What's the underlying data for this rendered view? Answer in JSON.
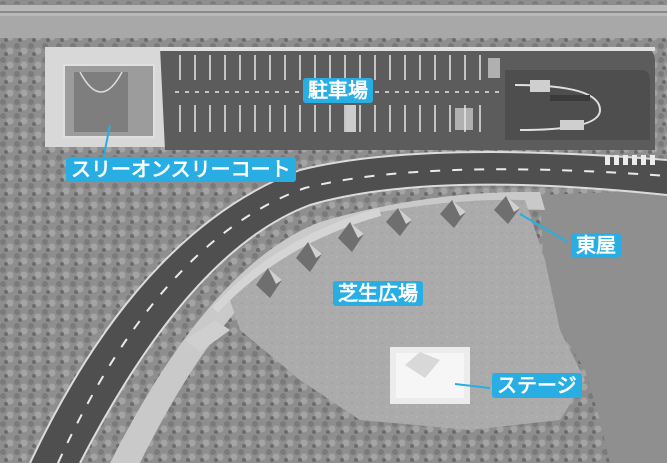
{
  "map": {
    "labels": {
      "parking": "駐車場",
      "court": "スリーオンスリーコート",
      "azumaya": "東屋",
      "lawn": "芝生広場",
      "stage": "ステージ"
    },
    "colors": {
      "label_background": "#29aee3",
      "label_text": "#ffffff",
      "leader_line": "#29aee3"
    }
  }
}
